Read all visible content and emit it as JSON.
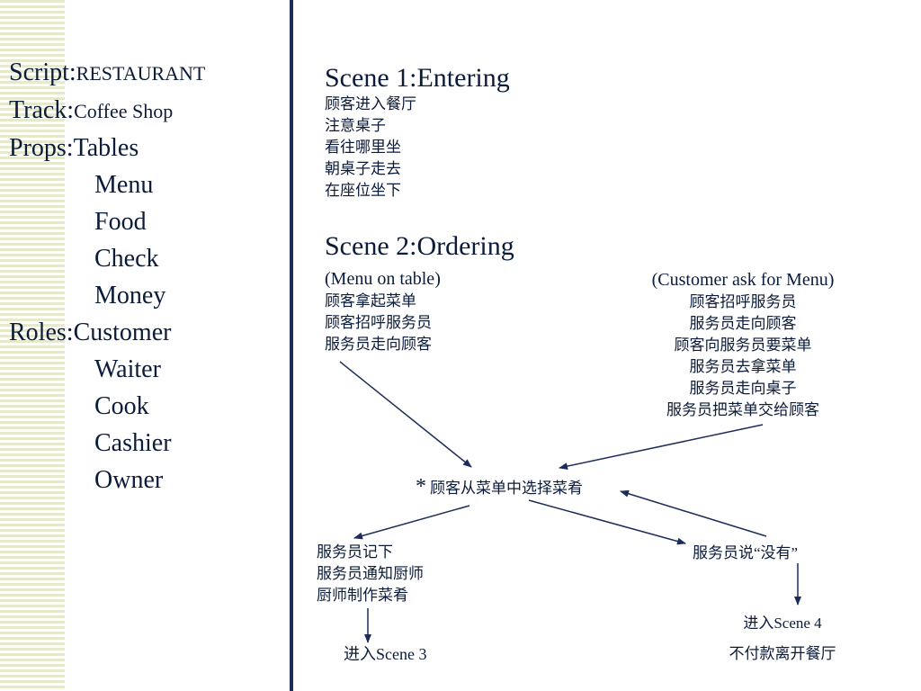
{
  "left": {
    "script_label": "Script:",
    "script_value": "RESTAURANT",
    "track_label": "Track:",
    "track_value": "Coffee Shop",
    "props_label": "Props:",
    "props_items": [
      "Tables",
      "Menu",
      "Food",
      "Check",
      "Money"
    ],
    "roles_label": "Roles:",
    "roles_items": [
      "Customer",
      "Waiter",
      "Cook",
      "Cashier",
      "Owner"
    ]
  },
  "scene1": {
    "title": "Scene 1:Entering",
    "steps": [
      "顾客进入餐厅",
      "注意桌子",
      "看往哪里坐",
      "朝桌子走去",
      "在座位坐下"
    ]
  },
  "scene2": {
    "title": "Scene 2:Ordering",
    "branch_a": {
      "heading": "(Menu on table)",
      "steps": [
        "顾客拿起菜单",
        "顾客招呼服务员",
        "服务员走向顾客"
      ]
    },
    "branch_b": {
      "heading": "(Customer ask for Menu)",
      "steps": [
        "顾客招呼服务员",
        "服务员走向顾客",
        "顾客向服务员要菜单",
        "服务员去拿菜单",
        "服务员走向桌子",
        "服务员把菜单交给顾客"
      ]
    },
    "choose": {
      "star": "*",
      "text": "顾客从菜单中选择菜肴"
    },
    "waiter_path": {
      "steps": [
        "服务员记下",
        "服务员通知厨师",
        "厨师制作菜肴"
      ],
      "next": "进入Scene 3"
    },
    "none_path": {
      "text": "服务员说“没有”",
      "next": "进入Scene 4",
      "leave": "不付款离开餐厅"
    }
  },
  "colors": {
    "text": "#0b1b3a",
    "divider": "#1d2d5a",
    "stripe": "#e6e9cc"
  }
}
